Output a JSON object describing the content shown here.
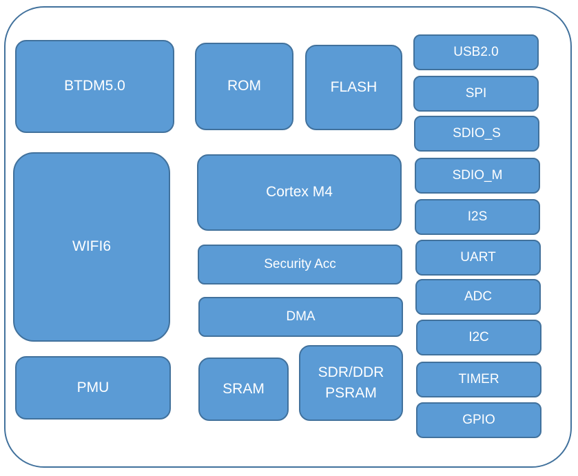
{
  "blocks": {
    "btdm": "BTDM5.0",
    "rom": "ROM",
    "flash": "FLASH",
    "wifi": "WIFI6",
    "cortex": "Cortex M4",
    "security": "Security Acc",
    "dma": "DMA",
    "pmu": "PMU",
    "sram": "SRAM",
    "sdr_line1": "SDR/DDR",
    "sdr_line2": "PSRAM"
  },
  "interfaces": [
    "USB2.0",
    "SPI",
    "SDIO_S",
    "SDIO_M",
    "I2S",
    "UART",
    "ADC",
    "I2C",
    "TIMER",
    "GPIO"
  ],
  "colors": {
    "block_fill": "#5b9bd5",
    "block_border": "#41719c",
    "frame_border": "#41719c",
    "text": "#ffffff"
  }
}
